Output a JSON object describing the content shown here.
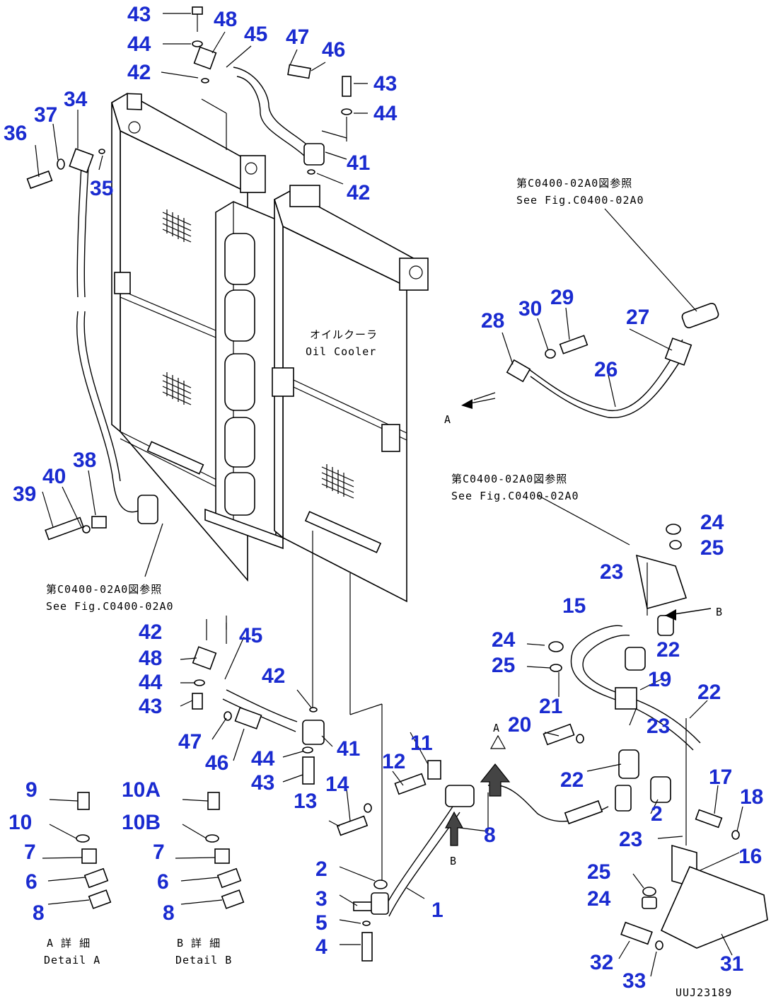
{
  "callouts": {
    "n43a": "43",
    "n44a": "44",
    "n42a": "42",
    "n48a": "48",
    "n45a": "45",
    "n47a": "47",
    "n46a": "46",
    "n43b": "43",
    "n44b": "44",
    "n41a": "41",
    "n42b": "42",
    "n36": "36",
    "n37": "37",
    "n34": "34",
    "n35": "35",
    "n28": "28",
    "n30": "30",
    "n29": "29",
    "n27": "27",
    "n26": "26",
    "n39": "39",
    "n40": "40",
    "n38": "38",
    "n24a": "24",
    "n25a": "25",
    "n23a": "23",
    "n15": "15",
    "n22a": "22",
    "n42c": "42",
    "n48b": "48",
    "n45b": "45",
    "n44c": "44",
    "n43c": "43",
    "n42d": "42",
    "n47b": "47",
    "n46b": "46",
    "n41b": "41",
    "n44d": "44",
    "n43d": "43",
    "n24b": "24",
    "n25b": "25",
    "n21": "21",
    "n19": "19",
    "n22b": "22",
    "n20": "20",
    "n23b": "23",
    "n22c": "22",
    "n12": "12",
    "n11": "11",
    "n14": "14",
    "n13": "13",
    "n8a": "8",
    "n17": "17",
    "n18": "18",
    "n2a": "2",
    "n23c": "23",
    "n16": "16",
    "n9": "9",
    "n10a": "10",
    "n7a": "7",
    "n6a": "6",
    "n8b": "8",
    "n10A": "10A",
    "n10B": "10B",
    "n7b": "7",
    "n6b": "6",
    "n8c": "8",
    "n2b": "2",
    "n3": "3",
    "n5": "5",
    "n4": "4",
    "n1": "1",
    "n25c": "25",
    "n24c": "24",
    "n32": "32",
    "n33": "33",
    "n31": "31"
  },
  "notes": {
    "oil_cooler_jp": "オイルクーラ",
    "oil_cooler_en": "Oil Cooler",
    "ref_top_jp": "第C0400-02A0図参照",
    "ref_top_en": "See Fig.C0400-02A0",
    "ref_mid_jp": "第C0400-02A0図参照",
    "ref_mid_en": "See Fig.C0400-02A0",
    "ref_left_jp": "第C0400-02A0図参照",
    "ref_left_en": "See Fig.C0400-02A0",
    "detail_a_jp": "A 詳 細",
    "detail_a_en": "Detail A",
    "detail_b_jp": "B 詳 細",
    "detail_b_en": "Detail B",
    "arrow_a_top": "A",
    "arrow_b_right": "B",
    "arrow_a_mid": "A",
    "arrow_b_lower": "B",
    "drawing_number": "UUJ23189"
  }
}
